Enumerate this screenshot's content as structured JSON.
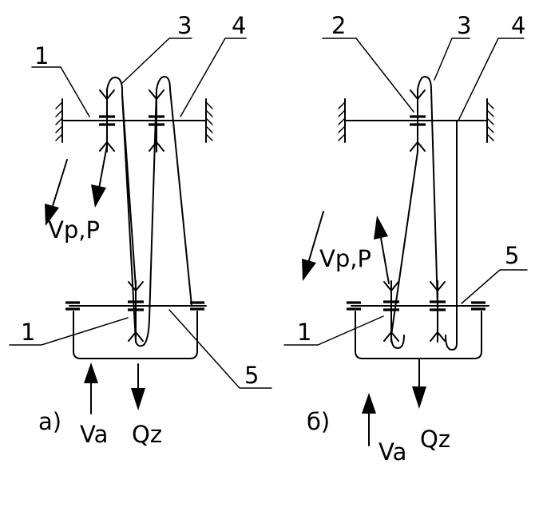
{
  "diagrams": [
    {
      "caption": "а)",
      "labels": {
        "a1_top": "1",
        "a3_top": "3",
        "a4_top": "4",
        "a1_bottom": "1",
        "a5_bottom": "5"
      },
      "vectors": {
        "vp": "Vp,P",
        "va": "Va",
        "qz": "Qz"
      }
    },
    {
      "caption": "б)",
      "labels": {
        "b2_top": "2",
        "b3_top": "3",
        "b4_top": "4",
        "b5_right": "5",
        "b1_bottom": "1"
      },
      "vectors": {
        "vp": "Vp,P",
        "va": "Va",
        "qz": "Qz"
      }
    }
  ]
}
